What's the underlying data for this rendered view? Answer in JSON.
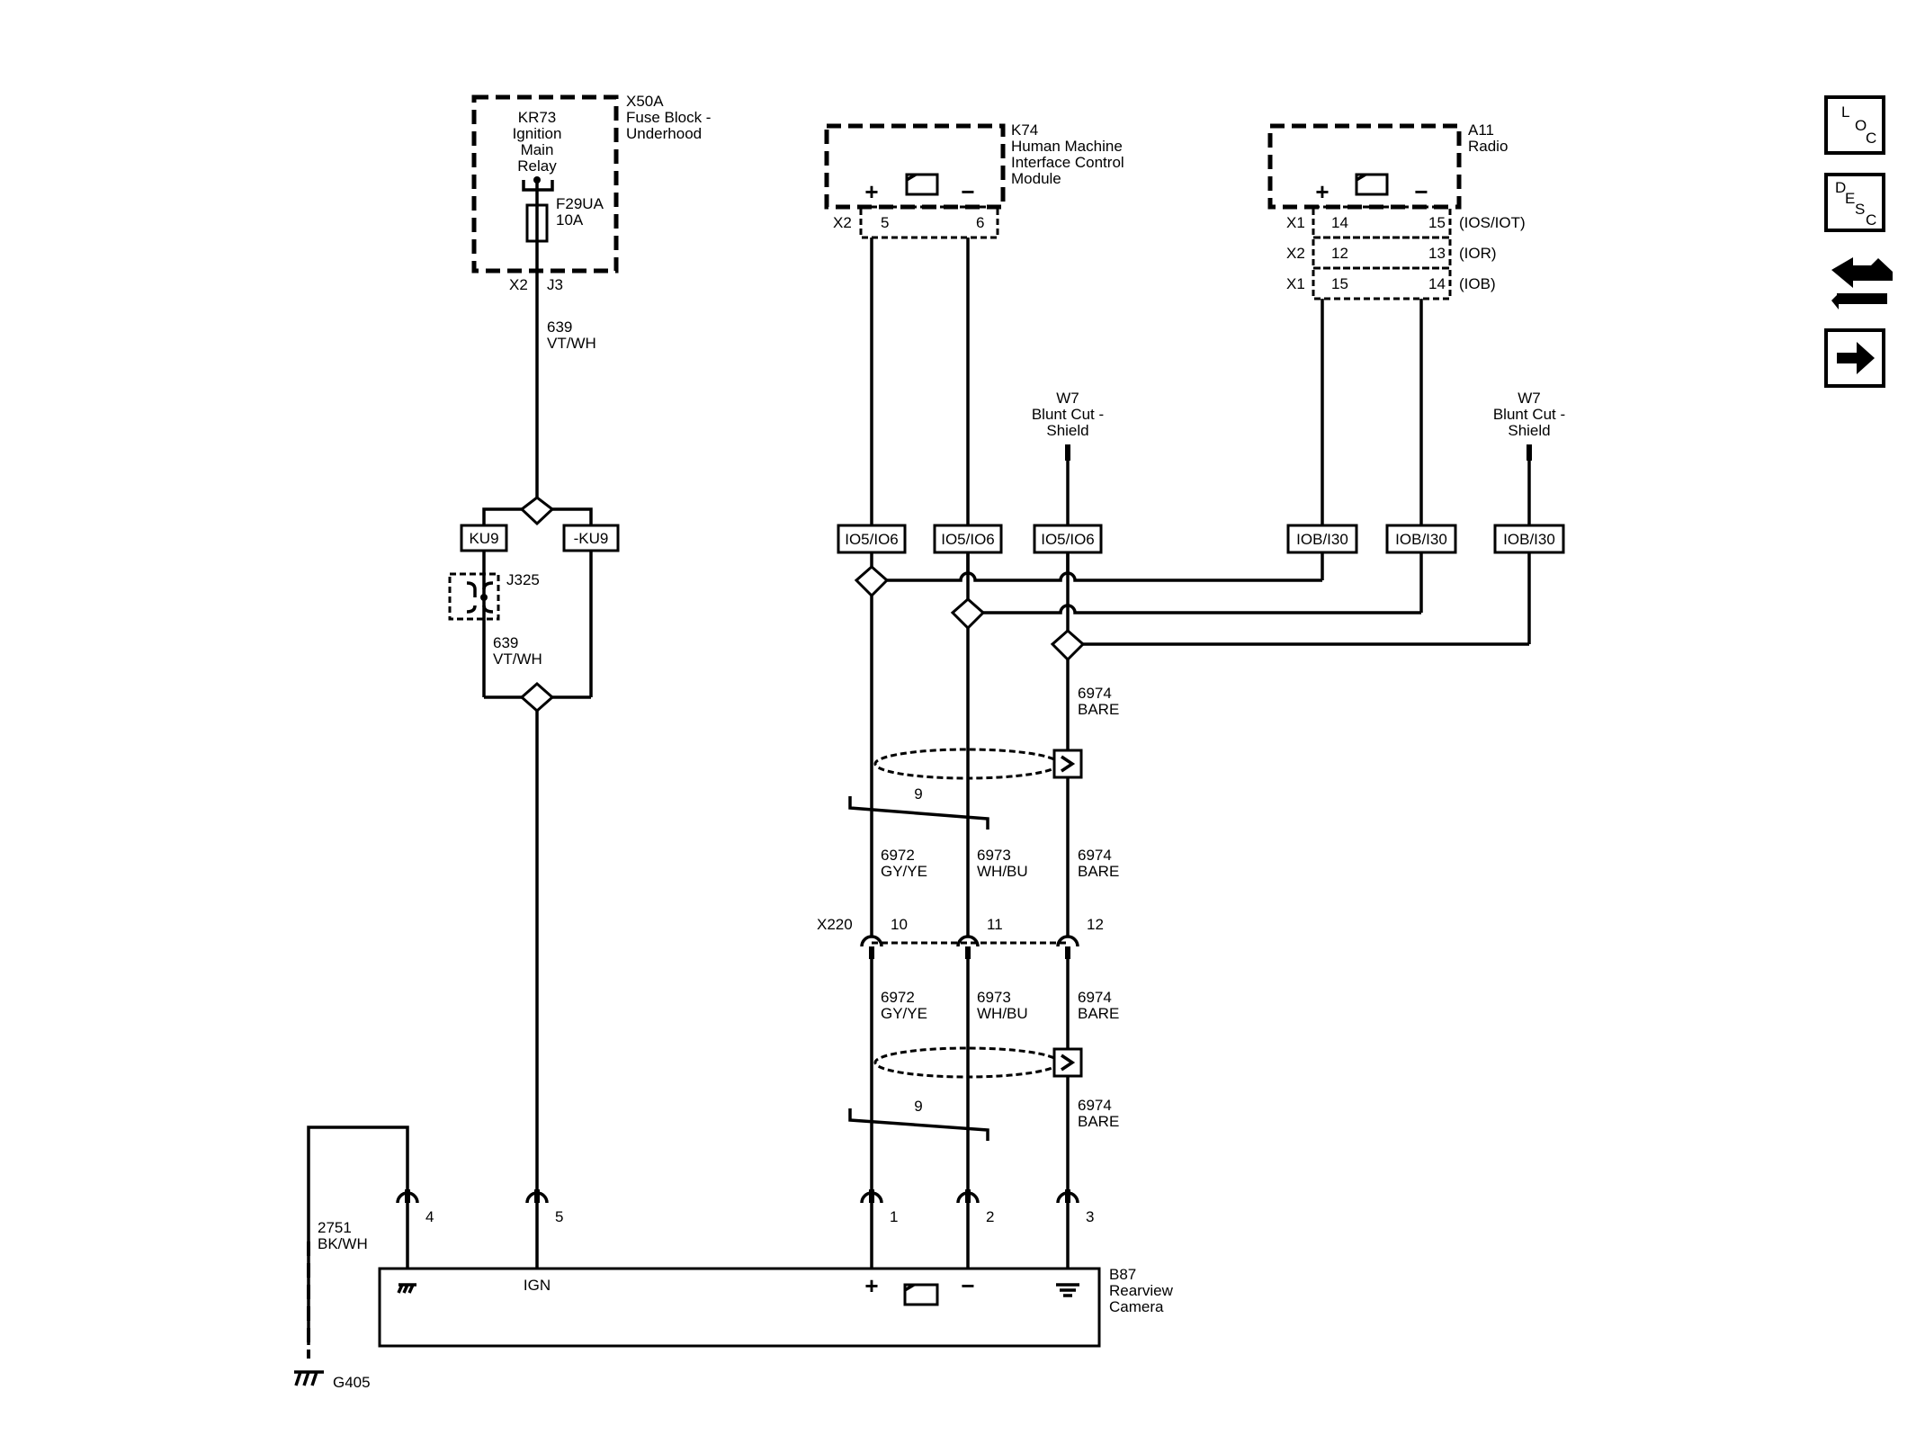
{
  "fuse_block": {
    "id": "X50A",
    "name_line1": "Fuse Block -",
    "name_line2": "Underhood"
  },
  "relay": {
    "id": "KR73",
    "line1": "Ignition",
    "line2": "Main",
    "line3": "Relay"
  },
  "fuse": {
    "id": "F29UA",
    "rating": "10A"
  },
  "fuse_connector": {
    "conn": "X2",
    "pin": "J3"
  },
  "wire_639_top": {
    "circuit": "639",
    "color": "VT/WH"
  },
  "wire_639_mid": {
    "circuit": "639",
    "color": "VT/WH"
  },
  "splice_ku9": {
    "left": "KU9",
    "right": "-KU9"
  },
  "jumper": {
    "id": "J325"
  },
  "hmi_module": {
    "id": "K74",
    "line1": "Human Machine",
    "line2": "Interface Control",
    "line3": "Module",
    "conn": "X2",
    "pin_pos": "5",
    "pin_neg": "6"
  },
  "radio": {
    "id": "A11",
    "name": "Radio",
    "rows": [
      {
        "conn": "X1",
        "pin_a": "14",
        "pin_b": "15",
        "opt": "(IOS/IOT)"
      },
      {
        "conn": "X2",
        "pin_a": "12",
        "pin_b": "13",
        "opt": "(IOR)"
      },
      {
        "conn": "X1",
        "pin_a": "15",
        "pin_b": "14",
        "opt": "(IOB)"
      }
    ]
  },
  "shield_left": {
    "id": "W7",
    "line1": "Blunt Cut -",
    "line2": "Shield"
  },
  "shield_right": {
    "id": "W7",
    "line1": "Blunt Cut -",
    "line2": "Shield"
  },
  "option_tags": [
    "IO5/IO6",
    "IO5/IO6",
    "IO5/IO6",
    "IOB/I30",
    "IOB/I30",
    "IOB/I30"
  ],
  "wire_6974_top": {
    "circuit": "6974",
    "color": "BARE"
  },
  "twist_label_top": "9",
  "twist_label_bottom": "9",
  "wires_upper": [
    {
      "circuit": "6972",
      "color": "GY/YE"
    },
    {
      "circuit": "6973",
      "color": "WH/BU"
    },
    {
      "circuit": "6974",
      "color": "BARE"
    }
  ],
  "inline_conn": {
    "id": "X220",
    "pins": [
      "10",
      "11",
      "12"
    ]
  },
  "wires_lower": [
    {
      "circuit": "6972",
      "color": "GY/YE"
    },
    {
      "circuit": "6973",
      "color": "WH/BU"
    },
    {
      "circuit": "6974",
      "color": "BARE"
    }
  ],
  "wire_6974_bottom": {
    "circuit": "6974",
    "color": "BARE"
  },
  "camera_pins": [
    "4",
    "5",
    "1",
    "2",
    "3"
  ],
  "ground_wire": {
    "circuit": "2751",
    "color": "BK/WH"
  },
  "ground_point": "G405",
  "camera": {
    "id": "B87",
    "line1": "Rearview",
    "line2": "Camera",
    "ign_label": "IGN",
    "plus": "+",
    "minus": "−"
  },
  "sidebar": {
    "loc": [
      "L",
      "O",
      "C"
    ],
    "desc": [
      "D",
      "E",
      "S",
      "C"
    ]
  }
}
